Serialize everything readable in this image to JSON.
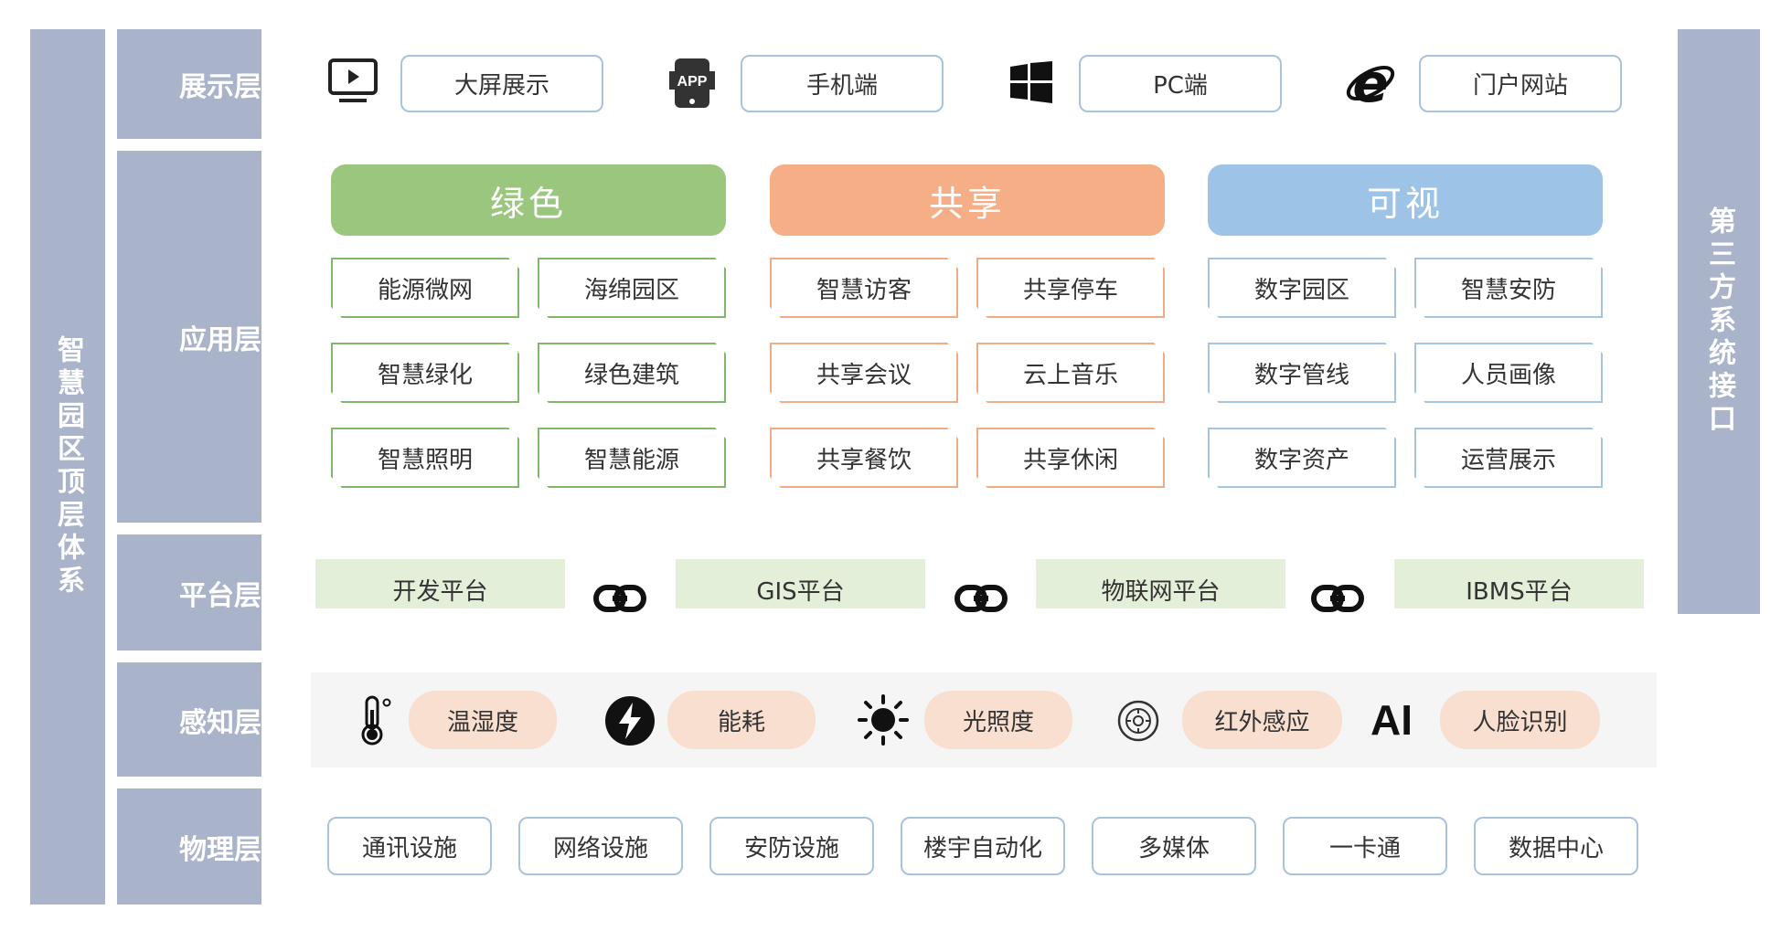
{
  "left_title": "智慧园区顶层体系",
  "right_title": "第三方系统接口",
  "layers": {
    "display": "展示层",
    "application": "应用层",
    "platform": "平台层",
    "perception": "感知层",
    "physical": "物理层"
  },
  "display_items": [
    {
      "label": "大屏展示",
      "icon": "monitor-play-icon"
    },
    {
      "label": "手机端",
      "icon": "app-phone-icon"
    },
    {
      "label": "PC端",
      "icon": "windows-icon"
    },
    {
      "label": "门户网站",
      "icon": "internet-explorer-icon"
    }
  ],
  "categories": [
    {
      "title": "绿色",
      "color": "#9ac77d",
      "border": "#7fb76b",
      "items": [
        "能源微网",
        "海绵园区",
        "智慧绿化",
        "绿色建筑",
        "智慧照明",
        "智慧能源"
      ]
    },
    {
      "title": "共享",
      "color": "#f5ae85",
      "border": "#f0ad85",
      "items": [
        "智慧访客",
        "共享停车",
        "共享会议",
        "云上音乐",
        "共享餐饮",
        "共享休闲"
      ]
    },
    {
      "title": "可视",
      "color": "#9dc3e6",
      "border": "#a4c4e0",
      "items": [
        "数字园区",
        "智慧安防",
        "数字管线",
        "人员画像",
        "数字资产",
        "运营展示"
      ]
    }
  ],
  "platforms": [
    "开发平台",
    "GIS平台",
    "物联网平台",
    "IBMS平台"
  ],
  "perception_items": [
    {
      "label": "温湿度",
      "icon": "thermometer-icon"
    },
    {
      "label": "能耗",
      "icon": "lightning-icon"
    },
    {
      "label": "光照度",
      "icon": "sun-icon"
    },
    {
      "label": "红外感应",
      "icon": "infrared-sensor-icon"
    },
    {
      "label": "人脸识别",
      "icon": "ai-icon",
      "icon_text": "AI"
    }
  ],
  "physical_items": [
    "通讯设施",
    "网络设施",
    "安防设施",
    "楼宇自动化",
    "多媒体",
    "一卡通",
    "数据中心"
  ]
}
